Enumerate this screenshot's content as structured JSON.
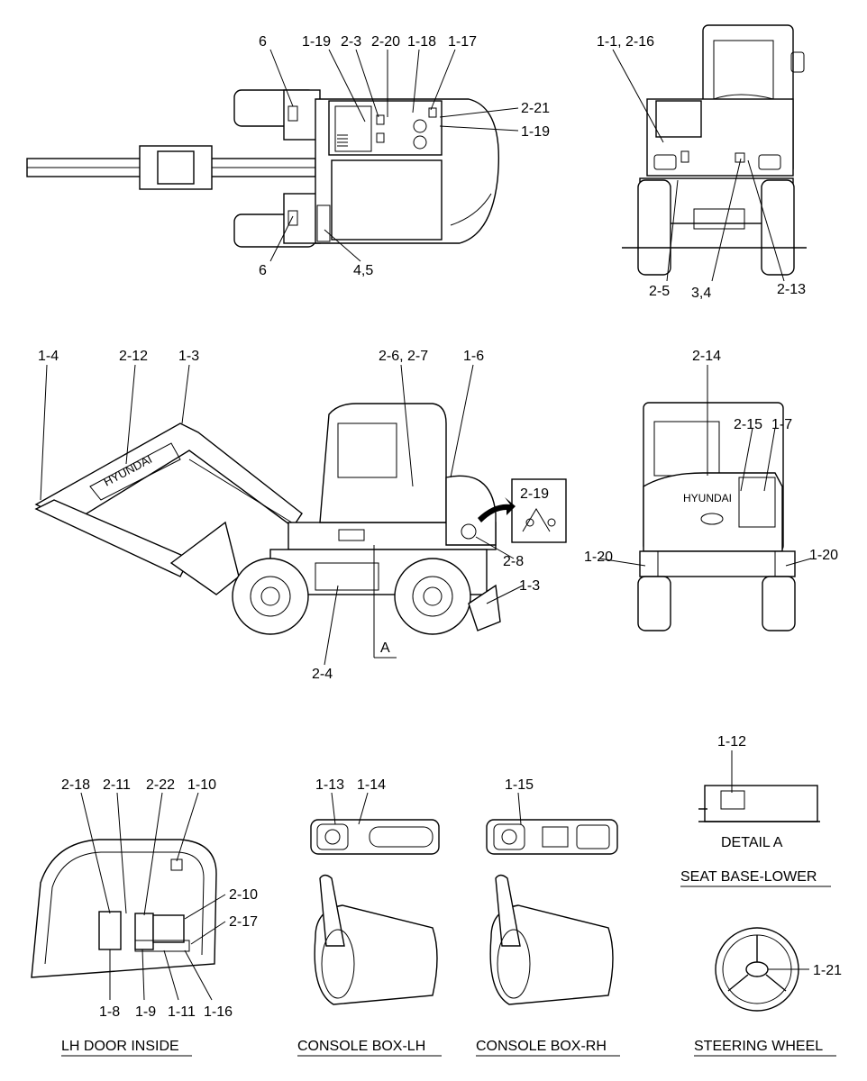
{
  "callouts": [
    {
      "text": "6"
    },
    {
      "text": "1-19"
    },
    {
      "text": "2-3"
    },
    {
      "text": "2-20"
    },
    {
      "text": "1-18"
    },
    {
      "text": "1-17"
    },
    {
      "text": "2-21"
    },
    {
      "text": "1-19"
    },
    {
      "text": "6"
    },
    {
      "text": "4,5"
    },
    {
      "text": "1-1, 2-16"
    },
    {
      "text": "2-5"
    },
    {
      "text": "3,4"
    },
    {
      "text": "2-13"
    },
    {
      "text": "1-4"
    },
    {
      "text": "2-12"
    },
    {
      "text": "1-3"
    },
    {
      "text": "2-6, 2-7"
    },
    {
      "text": "1-6"
    },
    {
      "text": "2-19"
    },
    {
      "text": "2-8"
    },
    {
      "text": "1-3"
    },
    {
      "text": "2-4"
    },
    {
      "text": "A"
    },
    {
      "text": "2-14"
    },
    {
      "text": "2-15"
    },
    {
      "text": "1-7"
    },
    {
      "text": "1-20"
    },
    {
      "text": "1-20"
    },
    {
      "text": "1-12"
    },
    {
      "text": "2-18"
    },
    {
      "text": "2-11"
    },
    {
      "text": "2-22"
    },
    {
      "text": "1-10"
    },
    {
      "text": "2-10"
    },
    {
      "text": "2-17"
    },
    {
      "text": "1-8"
    },
    {
      "text": "1-9"
    },
    {
      "text": "1-11"
    },
    {
      "text": "1-16"
    },
    {
      "text": "1-13"
    },
    {
      "text": "1-14"
    },
    {
      "text": "1-15"
    },
    {
      "text": "1-21"
    }
  ],
  "captions": {
    "detail_a": "DETAIL  A",
    "seat_base": "SEAT BASE-LOWER",
    "lh_door": "LH DOOR INSIDE",
    "console_lh": "CONSOLE BOX-LH",
    "console_rh": "CONSOLE BOX-RH",
    "steering": "STEERING WHEEL"
  },
  "brand_text": "HYUNDAI"
}
